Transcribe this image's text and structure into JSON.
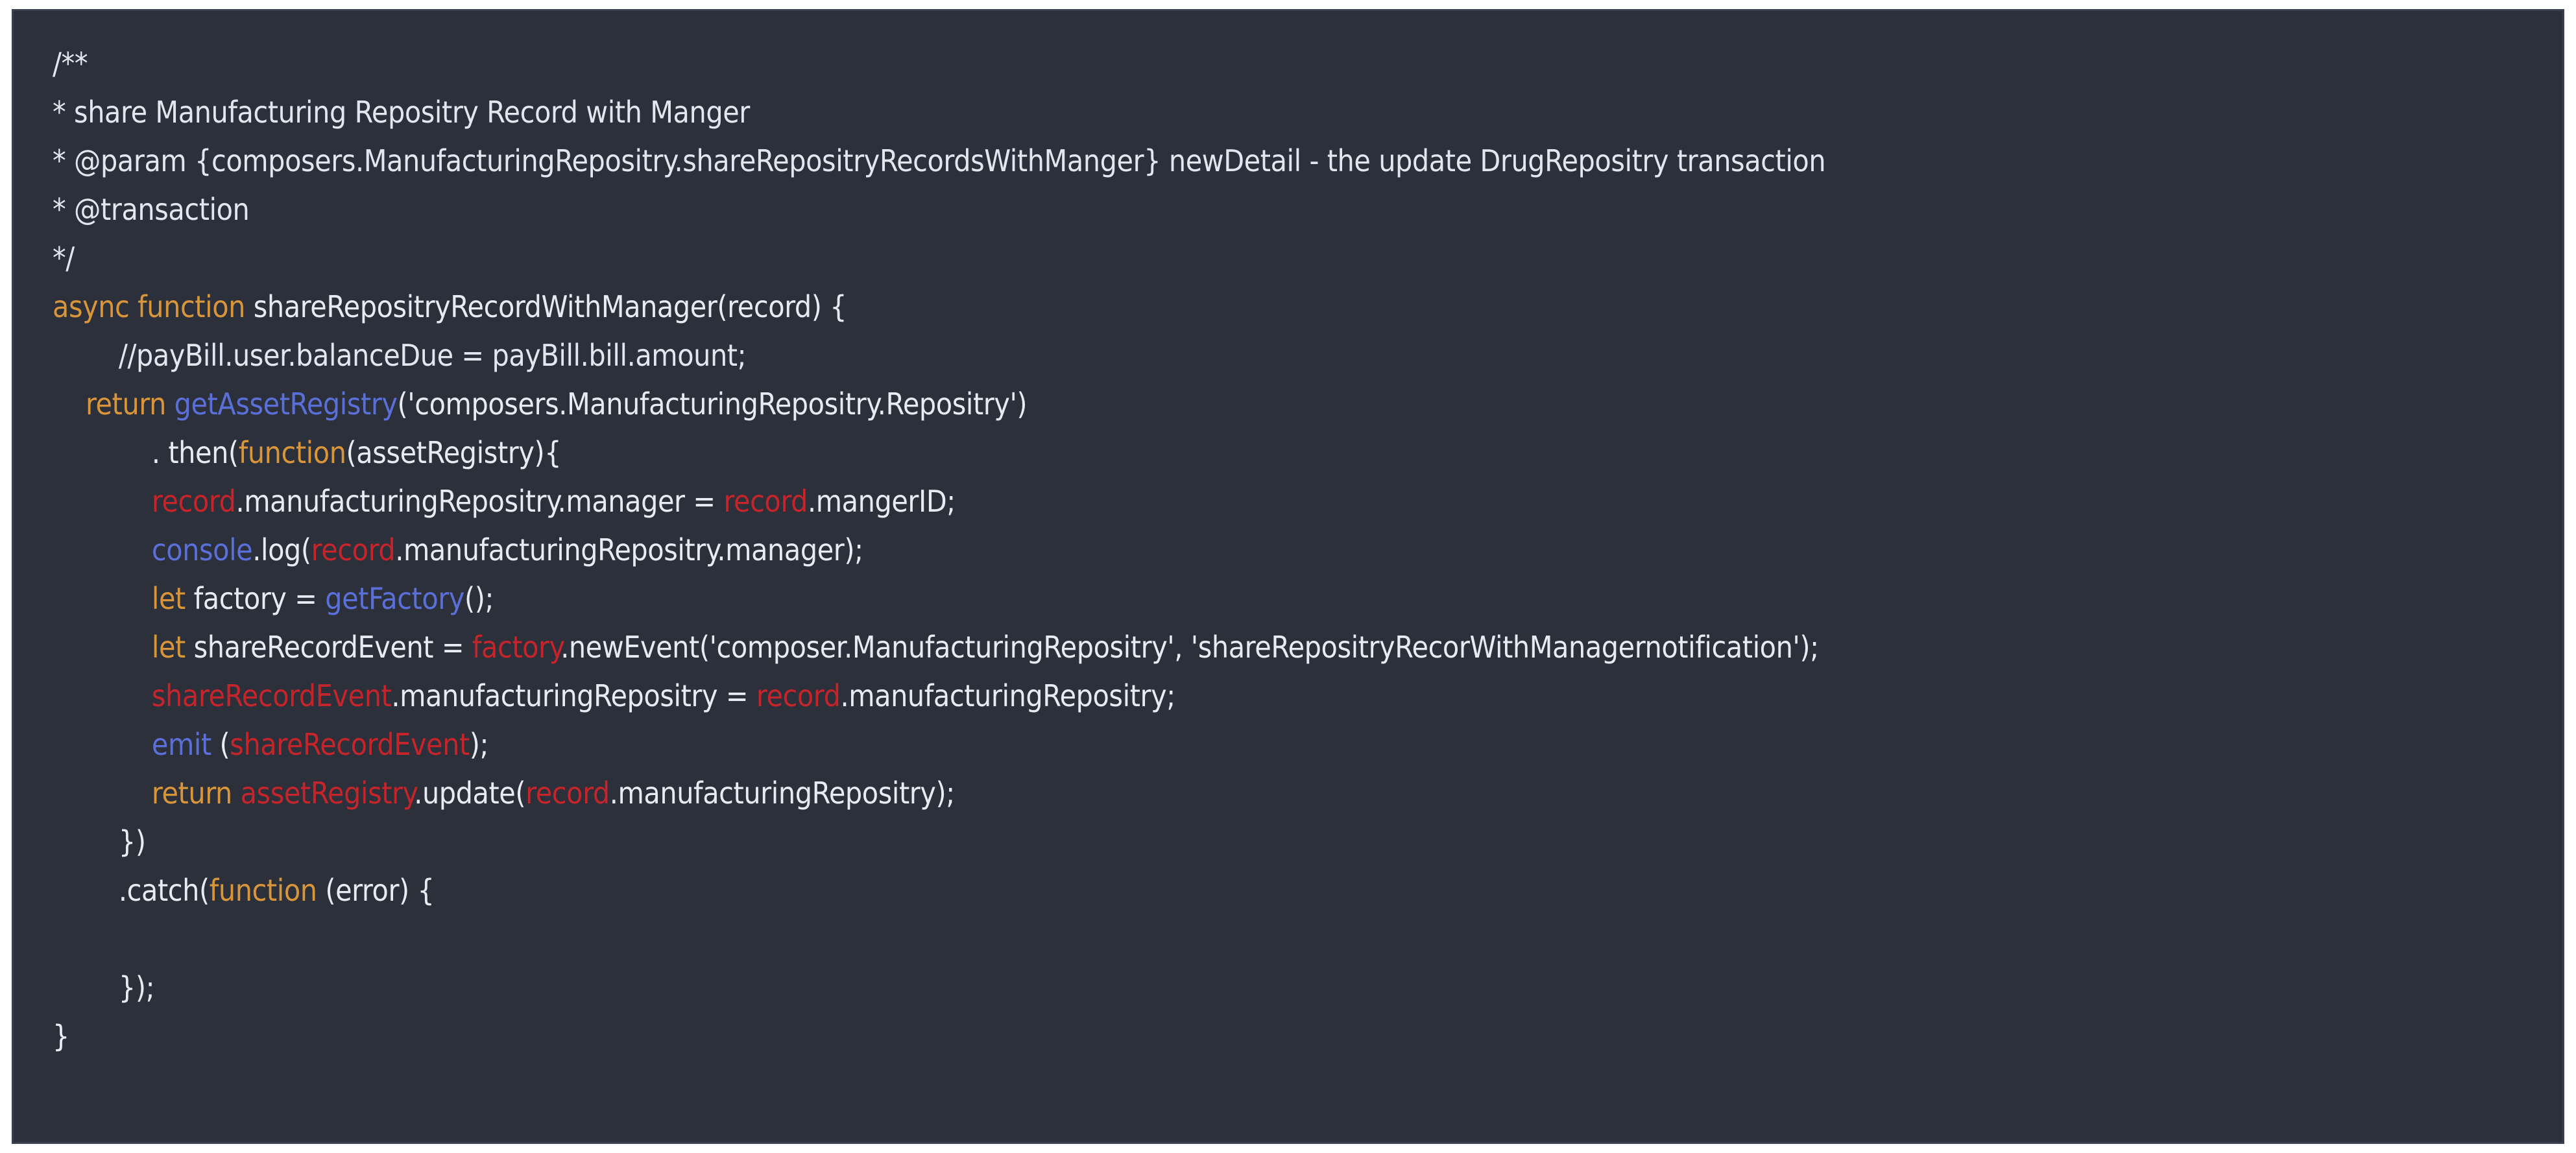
{
  "editor": {
    "language": "javascript",
    "background_color": "#2b303b",
    "border_color": "#3a4050",
    "default_text_color": "#e8ebf2",
    "token_colors": {
      "keyword": "#d9953a",
      "builtin": "#5b6fd8",
      "error_identifier": "#c4242a",
      "plain": "#e8ebf2",
      "comment": "#e2e6ef",
      "string": "#e8ebf2"
    }
  },
  "code": {
    "lines": [
      {
        "indent": 0,
        "tokens": [
          {
            "t": "comment",
            "s": "/**"
          }
        ]
      },
      {
        "indent": 0,
        "tokens": [
          {
            "t": "comment",
            "s": "* share Manufacturing Repositry Record with Manger"
          }
        ]
      },
      {
        "indent": 0,
        "tokens": [
          {
            "t": "comment",
            "s": "* @param {composers.ManufacturingRepositry.shareRepositryRecordsWithManger} newDetail - the update DrugRepositry transaction"
          }
        ]
      },
      {
        "indent": 0,
        "tokens": [
          {
            "t": "comment",
            "s": "* @transaction"
          }
        ]
      },
      {
        "indent": 0,
        "tokens": [
          {
            "t": "comment",
            "s": "*/"
          }
        ]
      },
      {
        "indent": 0,
        "tokens": [
          {
            "t": "keyword",
            "s": "async function"
          },
          {
            "t": "plain",
            "s": " shareRepositryRecordWithManager(record) {"
          }
        ]
      },
      {
        "indent": 2,
        "tokens": [
          {
            "t": "comment",
            "s": "//payBill.user.balanceDue = payBill.bill.amount;"
          }
        ]
      },
      {
        "indent": 1,
        "tokens": [
          {
            "t": "keyword",
            "s": "return "
          },
          {
            "t": "builtin",
            "s": "getAssetRegistry"
          },
          {
            "t": "plain",
            "s": "("
          },
          {
            "t": "string",
            "s": "'composers.ManufacturingRepositry.Repositry'"
          },
          {
            "t": "plain",
            "s": ")"
          }
        ]
      },
      {
        "indent": 3,
        "tokens": [
          {
            "t": "plain",
            "s": ". then("
          },
          {
            "t": "keyword",
            "s": "function"
          },
          {
            "t": "plain",
            "s": "(assetRegistry){"
          }
        ]
      },
      {
        "indent": 3,
        "tokens": [
          {
            "t": "error",
            "s": "record"
          },
          {
            "t": "plain",
            "s": ".manufacturingRepositry.manager = "
          },
          {
            "t": "error",
            "s": "record"
          },
          {
            "t": "plain",
            "s": ".mangerID;"
          }
        ]
      },
      {
        "indent": 3,
        "tokens": [
          {
            "t": "builtin",
            "s": "console"
          },
          {
            "t": "plain",
            "s": ".log("
          },
          {
            "t": "error",
            "s": "record"
          },
          {
            "t": "plain",
            "s": ".manufacturingRepositry.manager);"
          }
        ]
      },
      {
        "indent": 3,
        "tokens": [
          {
            "t": "keyword",
            "s": "let"
          },
          {
            "t": "plain",
            "s": " factory = "
          },
          {
            "t": "builtin",
            "s": "getFactory"
          },
          {
            "t": "plain",
            "s": "();"
          }
        ]
      },
      {
        "indent": 3,
        "tokens": [
          {
            "t": "keyword",
            "s": "let"
          },
          {
            "t": "plain",
            "s": " shareRecordEvent = "
          },
          {
            "t": "error",
            "s": "factory"
          },
          {
            "t": "plain",
            "s": ".newEvent("
          },
          {
            "t": "string",
            "s": "'composer.ManufacturingRepositry'"
          },
          {
            "t": "plain",
            "s": ", "
          },
          {
            "t": "string",
            "s": "'shareRepositryRecorWithManagernotification'"
          },
          {
            "t": "plain",
            "s": ");"
          }
        ]
      },
      {
        "indent": 3,
        "tokens": [
          {
            "t": "error",
            "s": "shareRecordEvent"
          },
          {
            "t": "plain",
            "s": ".manufacturingRepositry = "
          },
          {
            "t": "error",
            "s": "record"
          },
          {
            "t": "plain",
            "s": ".manufacturingRepositry;"
          }
        ]
      },
      {
        "indent": 3,
        "tokens": [
          {
            "t": "builtin",
            "s": "emit"
          },
          {
            "t": "plain",
            "s": " ("
          },
          {
            "t": "error",
            "s": "shareRecordEvent"
          },
          {
            "t": "plain",
            "s": ");"
          }
        ]
      },
      {
        "indent": 3,
        "tokens": [
          {
            "t": "keyword",
            "s": "return "
          },
          {
            "t": "error",
            "s": "assetRegistry"
          },
          {
            "t": "plain",
            "s": ".update("
          },
          {
            "t": "error",
            "s": "record"
          },
          {
            "t": "plain",
            "s": ".manufacturingRepositry);"
          }
        ]
      },
      {
        "indent": 2,
        "tokens": [
          {
            "t": "plain",
            "s": "})"
          }
        ]
      },
      {
        "indent": 2,
        "tokens": [
          {
            "t": "plain",
            "s": ".catch("
          },
          {
            "t": "keyword",
            "s": "function"
          },
          {
            "t": "plain",
            "s": " (error) {"
          }
        ]
      },
      {
        "indent": 0,
        "tokens": [
          {
            "t": "plain",
            "s": ""
          }
        ]
      },
      {
        "indent": 2,
        "tokens": [
          {
            "t": "plain",
            "s": "});"
          }
        ]
      },
      {
        "indent": 0,
        "tokens": [
          {
            "t": "plain",
            "s": "}"
          }
        ]
      }
    ]
  }
}
